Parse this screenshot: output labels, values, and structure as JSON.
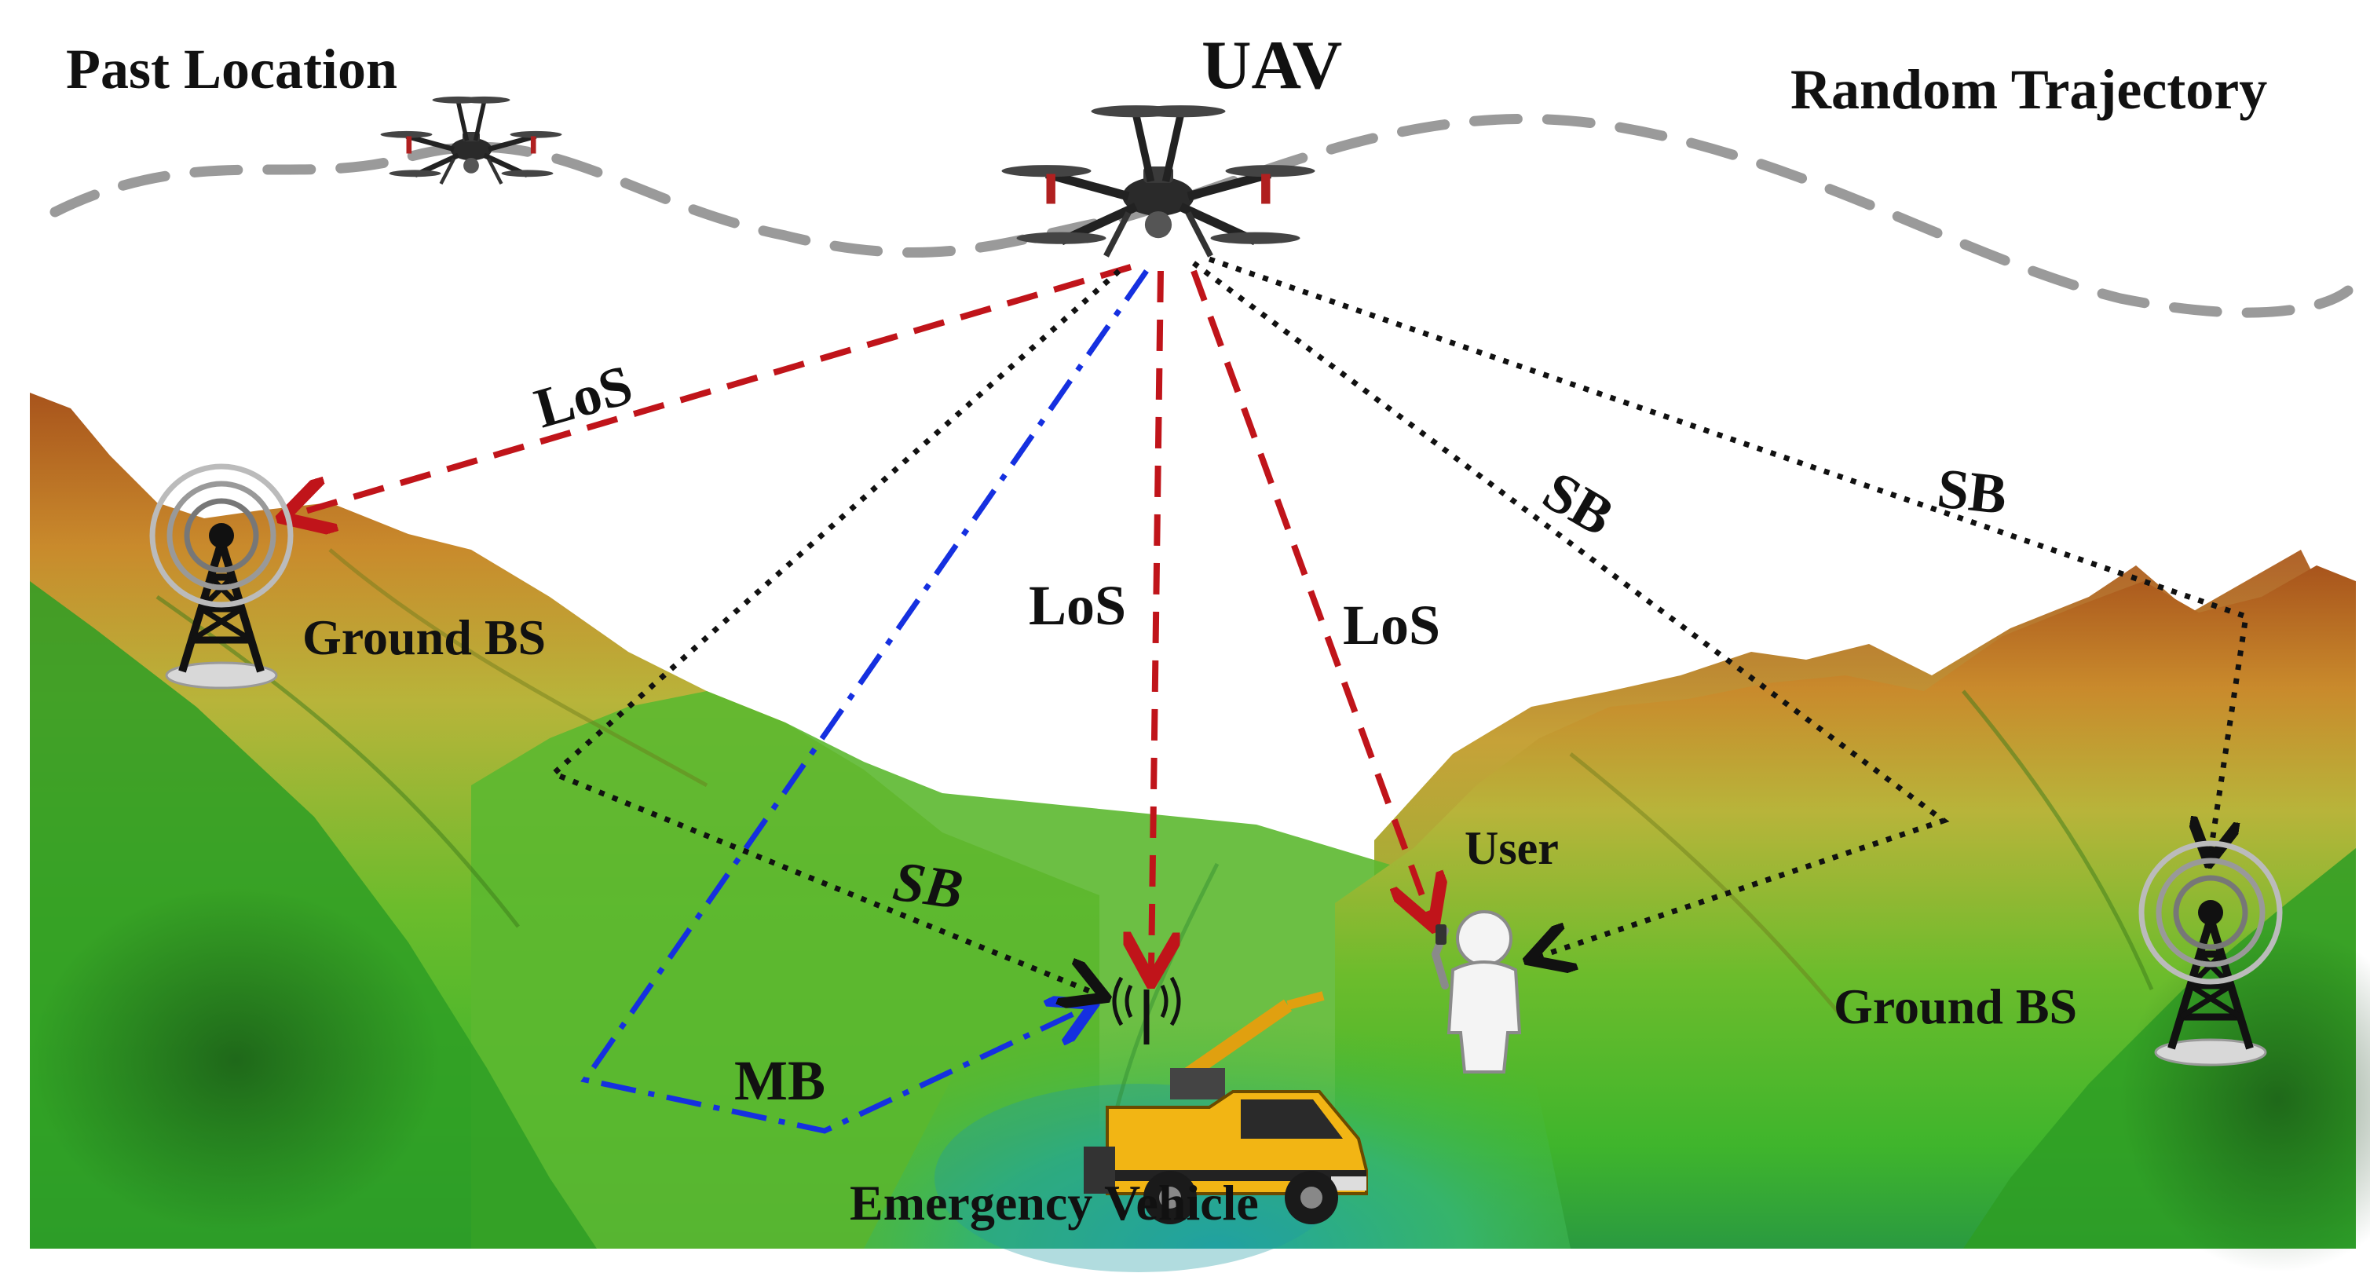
{
  "labels": {
    "past_location": "Past Location",
    "uav": "UAV",
    "random_trajectory": "Random Trajectory",
    "los_left": "LoS",
    "los_center": "LoS",
    "los_right": "LoS",
    "sb_upper_mid": "SB",
    "sb_upper_right": "SB",
    "sb_lower": "SB",
    "mb": "MB",
    "ground_bs_left": "Ground BS",
    "ground_bs_right": "Ground BS",
    "user": "User",
    "emergency_vehicle": "Emergency Vehicle"
  },
  "colors": {
    "los": "#c0141a",
    "sb": "#111111",
    "mb": "#1530e0",
    "trajectory": "#9a9a9a",
    "terrain_peak": "#a8541c",
    "terrain_mid": "#b8b43a",
    "terrain_low": "#3fb52c",
    "terrain_valley": "#2aa88a",
    "vehicle": "#f2b514"
  },
  "icons": {
    "uav": "quadcopter-drone-icon",
    "uav_past": "quadcopter-drone-icon",
    "bs_left": "cell-tower-icon",
    "bs_right": "cell-tower-icon",
    "user": "person-phone-icon",
    "vehicle": "emergency-truck-icon"
  }
}
